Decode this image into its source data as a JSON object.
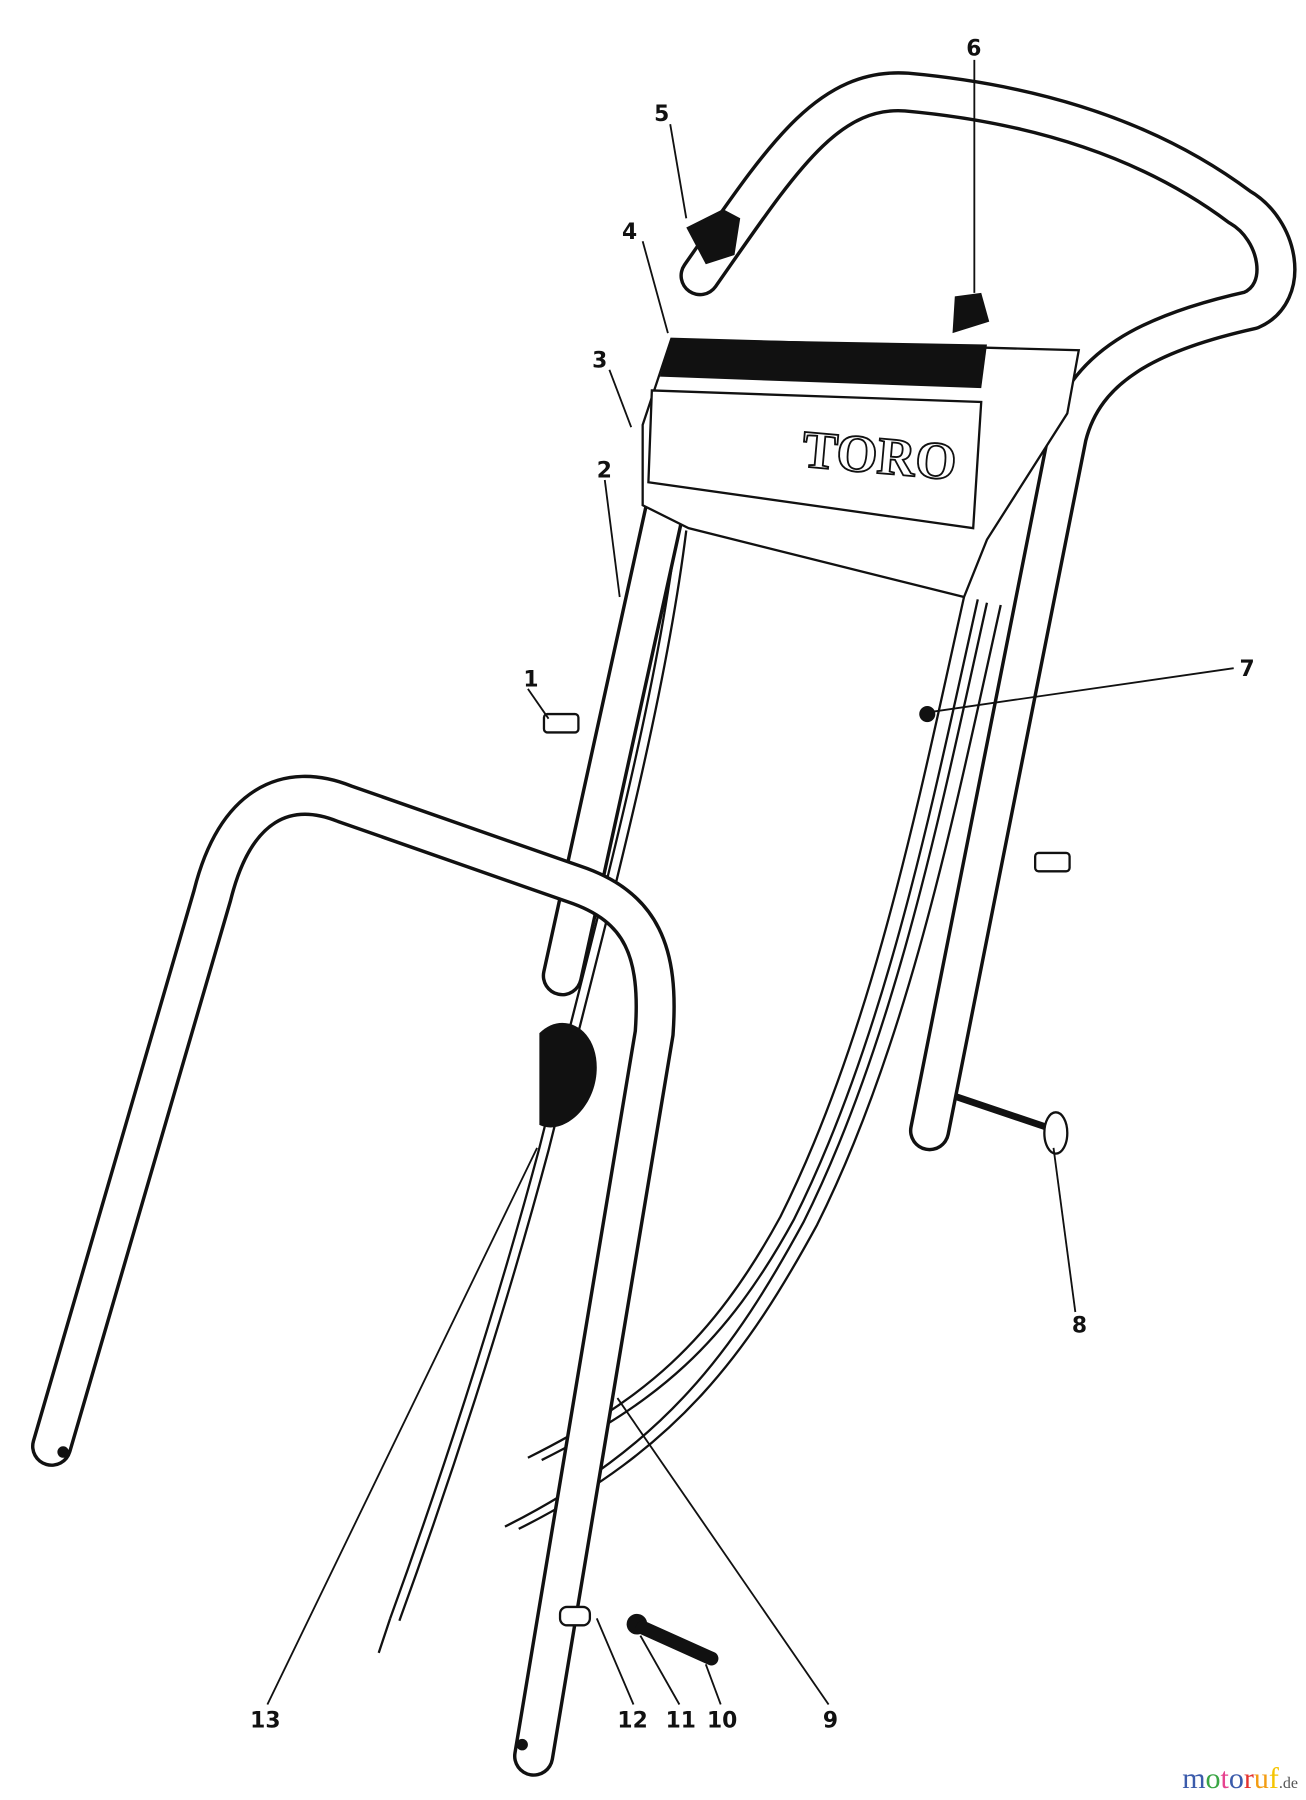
{
  "diagram": {
    "brand_decal": "TORO",
    "callouts": [
      "1",
      "2",
      "3",
      "4",
      "5",
      "6",
      "7",
      "8",
      "9",
      "10",
      "11",
      "12",
      "13"
    ]
  },
  "watermark": {
    "letters": [
      "m",
      "o",
      "t",
      "o",
      "r",
      "u",
      "f"
    ],
    "colors": [
      "#3b5bab",
      "#3aa544",
      "#e6438f",
      "#3b5bab",
      "#e5322d",
      "#f39c12",
      "#f5c400"
    ],
    "suffix": ".de"
  }
}
